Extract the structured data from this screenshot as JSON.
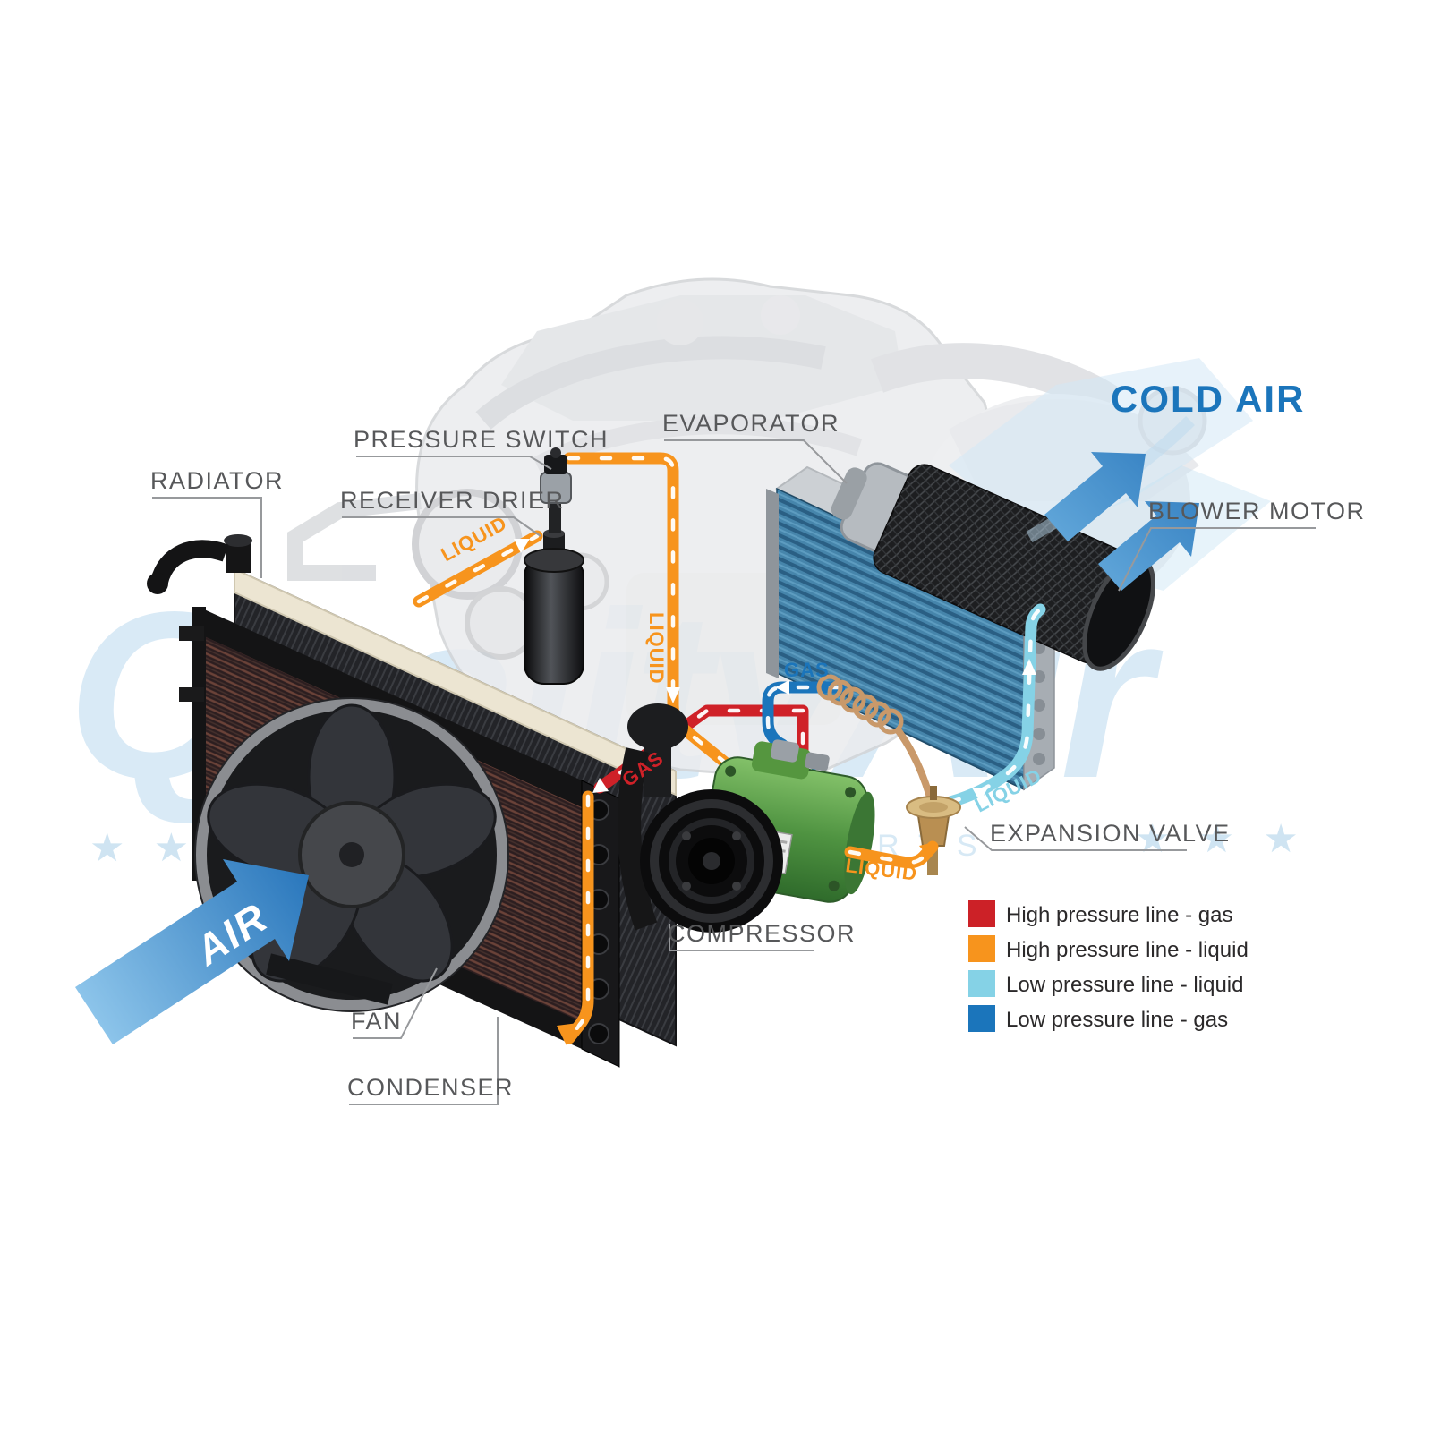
{
  "component_labels": {
    "radiator": "RADIATOR",
    "pressure_switch": "PRESSURE SWITCH",
    "receiver_drier": "RECEIVER DRIER",
    "evaporator": "EVAPORATOR",
    "blower_motor": "BLOWER MOTOR",
    "expansion_valve": "EXPANSION VALVE",
    "compressor": "COMPRESSOR",
    "fan": "FAN",
    "condenser": "CONDENSER"
  },
  "airflow": {
    "cold_air": "COLD AIR",
    "air": "AIR"
  },
  "flow_labels": {
    "liquid_to_drier": "LIQUID",
    "liquid_down": "LIQUID",
    "gas_high": "GAS",
    "gas_low": "GAS",
    "liquid_low": "LIQUID",
    "liquid_to_valve": "LIQUID"
  },
  "legend": {
    "items": [
      {
        "label": "High pressure line - gas",
        "color": "#cc2127"
      },
      {
        "label": "High pressure line - liquid",
        "color": "#f7941d"
      },
      {
        "label": "Low pressure line - liquid",
        "color": "#85d2e6"
      },
      {
        "label": "Low pressure line -  gas",
        "color": "#1b75bb"
      }
    ]
  },
  "colors": {
    "high_pressure_gas": "#cf2128",
    "high_pressure_liquid": "#f7941d",
    "low_pressure_liquid": "#85d2e6",
    "low_pressure_gas": "#1b75bb",
    "label_text": "#57585a",
    "cold_air_text": "#1b75bb",
    "watermark": "#d9eaf6"
  },
  "watermark": {
    "brand": "QualityAir",
    "stars_left": "★ ★ ★ ★",
    "sub": "AUTO PARTS",
    "stars_right": "★ ★ ★"
  }
}
